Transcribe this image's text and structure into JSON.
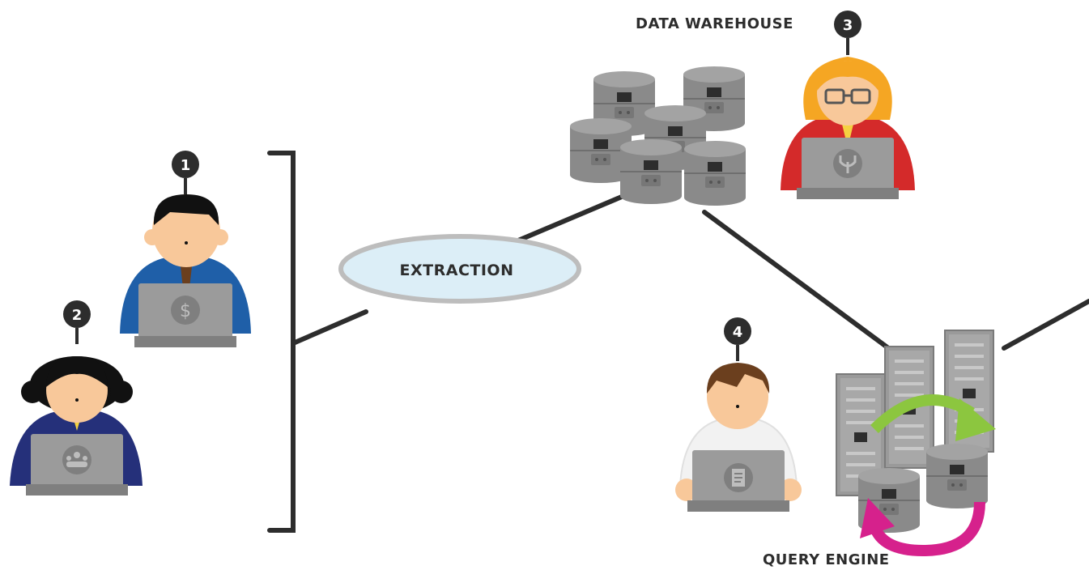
{
  "labels": {
    "data_warehouse": "DATA WAREHOUSE",
    "extraction": "EXTRACTION",
    "query_engine": "QUERY ENGINE"
  },
  "badges": {
    "b1": "1",
    "b2": "2",
    "b3": "3",
    "b4": "4"
  },
  "colors": {
    "ink": "#2d2d2d",
    "cylinder": "#8a8a8a",
    "cylinder_top": "#a3a3a3",
    "ellipse_fill": "#dceef7",
    "ellipse_stroke": "#bdbdbd",
    "arrow_green": "#8cc63f",
    "arrow_magenta": "#d6218c",
    "suit_blue": "#1f5fa8",
    "suit_navy": "#25307a",
    "jacket_red": "#d42a2a",
    "hair_orange": "#f5a623",
    "hair_brown": "#6b3f1e",
    "skin": "#f8c89a",
    "laptop": "#9b9b9b"
  },
  "icons": {
    "p1": "dollar-icon",
    "p2": "group-icon",
    "p3": "fork-icon",
    "p4": "document-icon"
  }
}
